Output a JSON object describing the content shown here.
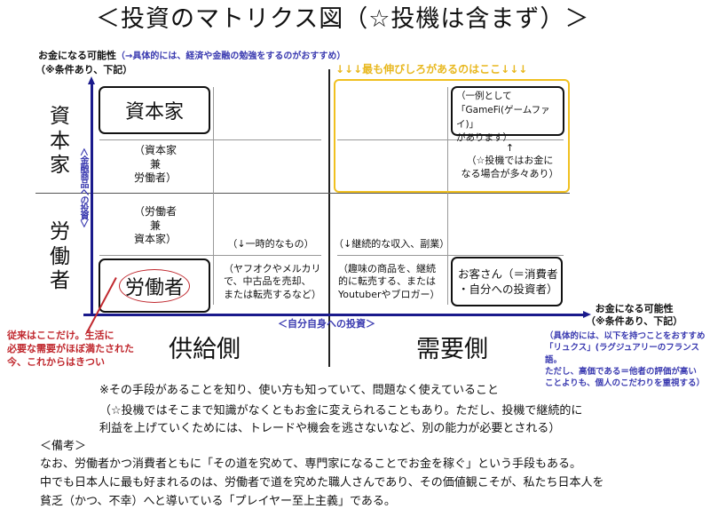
{
  "title": "＜投資のマトリクス図（☆投機は含まず）＞",
  "y_axis": {
    "label": "お金になる可能性",
    "note": "（→具体的には、経済や金融の勉強をするのがおすすめ）",
    "condition": "（※条件あり、下記）",
    "axis_text": "＜金融商品への投資＞"
  },
  "x_axis": {
    "label": "お金になる可能性",
    "condition": "（※条件あり、下記）",
    "axis_text": "＜自分自身への投資＞",
    "note": "（具体的には、以下を持つことをおすすめ\n「リュクス」(ラグジュアリーのフランス語。\nただし、高価である＝他者の評価が高い\nことよりも、個人のこだわりを重視する）"
  },
  "row_labels": {
    "capitalist": "資\n本\n家",
    "worker": "労\n働\n者"
  },
  "col_labels": {
    "supply": "供給側",
    "demand": "需要側"
  },
  "highlight_caption": "↓↓↓最も伸びしろがあるのはここ↓↓↓",
  "cells": {
    "capitalist_box": "資本家",
    "capitalist_worker": "（資本家\n兼\n労働者）",
    "worker_capitalist": "（労働者\n兼\n資本家）",
    "worker_box": "労働者",
    "temporary": "（↓一時的なもの）",
    "temporary_example": "（ヤフオクやメルカリ\nで、中古品を売却、\nまたは転売するなど）",
    "continuous": "（↓継続的な収入、副業）",
    "continuous_example": "（趣味の商品を、継続\n的に転売する、または\nYoutuberやブロガー）",
    "customer_box": "お客さん（＝消費者\n・自分への投資者）",
    "gamefi_box": "（一例として\n「GameFi(ゲームファイ)」\nがあります）",
    "speculation_note": "↑\n（☆投機ではお金に\nなる場合が多々あり）"
  },
  "worker_annotation": "従来はここだけ。生活に\n必要な需要がほぼ満たされた\n今、これからはきつい",
  "notes": {
    "line1": "※その手段があることを知り、使い方も知っていて、問題なく使えていること",
    "line2": "（☆投機ではそこまで知識がなくともお金に変えられることもあり。ただし、投機で継続的に",
    "line3": "利益を上げていくためには、トレードや機会を逃さないなど、別の能力が必要とされる）",
    "remarks_heading": "＜備考＞",
    "remark1": "なお、労働者かつ消費者ともに「その道を究めて、専門家になることでお金を稼ぐ」という手段もある。",
    "remark2": "中でも日本人に最も好まれるのは、労働者で道を究めた職人さんであり、その価値観こそが、私たち日本人を",
    "remark3": "貧乏（かつ、不幸）へと導いている「プレイヤー至上主義」である。"
  },
  "colors": {
    "axis": "#1a1a8c",
    "highlight": "#f0c020",
    "annotation": "#c0282e",
    "note_blue": "#3a3ab0"
  }
}
